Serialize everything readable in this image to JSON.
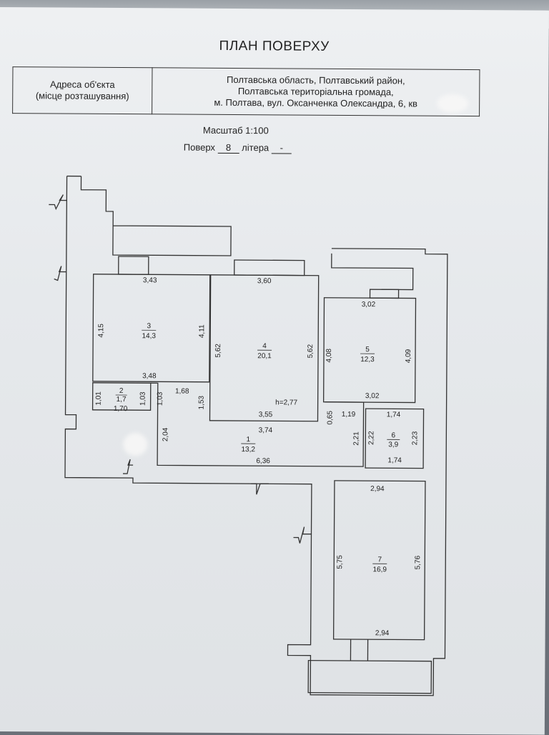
{
  "title": "ПЛАН ПОВЕРХУ",
  "address": {
    "label_line1": "Адреса об'єкта",
    "label_line2": "(місце розташування)",
    "line1": "Полтавська область, Полтавський район,",
    "line2": "Полтавська територіальна громада,",
    "line3": "м. Полтава, вул. Оксанченка Олександра, 6, кв"
  },
  "scale": "Масштаб 1:100",
  "floor": {
    "label": "Поверх",
    "value": "8",
    "litera_label": "літера",
    "litera_value": "-"
  },
  "rooms": [
    {
      "num": "1",
      "area": "13,2"
    },
    {
      "num": "2",
      "area": "1,7"
    },
    {
      "num": "3",
      "area": "14,3"
    },
    {
      "num": "4",
      "area": "20,1"
    },
    {
      "num": "5",
      "area": "12,3"
    },
    {
      "num": "6",
      "area": "3,9"
    },
    {
      "num": "7",
      "area": "16,9"
    }
  ],
  "height": "h=2,77",
  "dimensions": {
    "r3_top": "3,43",
    "r3_left": "4,15",
    "r3_right": "4,11",
    "r3_bottom": "3,48",
    "r4_top": "3,60",
    "r4_left": "5,62",
    "r4_right": "5,62",
    "r4_bottom": "3,55",
    "r5_top": "3,02",
    "r5_left": "4,08",
    "r5_right": "4,09",
    "r5_bottom": "3,02",
    "r2_left": "1,01",
    "r2_right": "1,03",
    "r2_bottom": "1,70",
    "r1_a": "1,03",
    "r1_b": "1,68",
    "r1_c": "1,53",
    "r1_d": "2,04",
    "r1_e": "3,74",
    "r1_f": "0,65",
    "r1_g": "1,19",
    "r1_h": "2,21",
    "r1_bottom": "6,36",
    "r6_top": "1,74",
    "r6_left": "2,22",
    "r6_right": "2,23",
    "r6_bottom": "1,74",
    "r7_top": "2,94",
    "r7_left": "5,75",
    "r7_right": "5,76",
    "r7_bottom": "2,94"
  }
}
